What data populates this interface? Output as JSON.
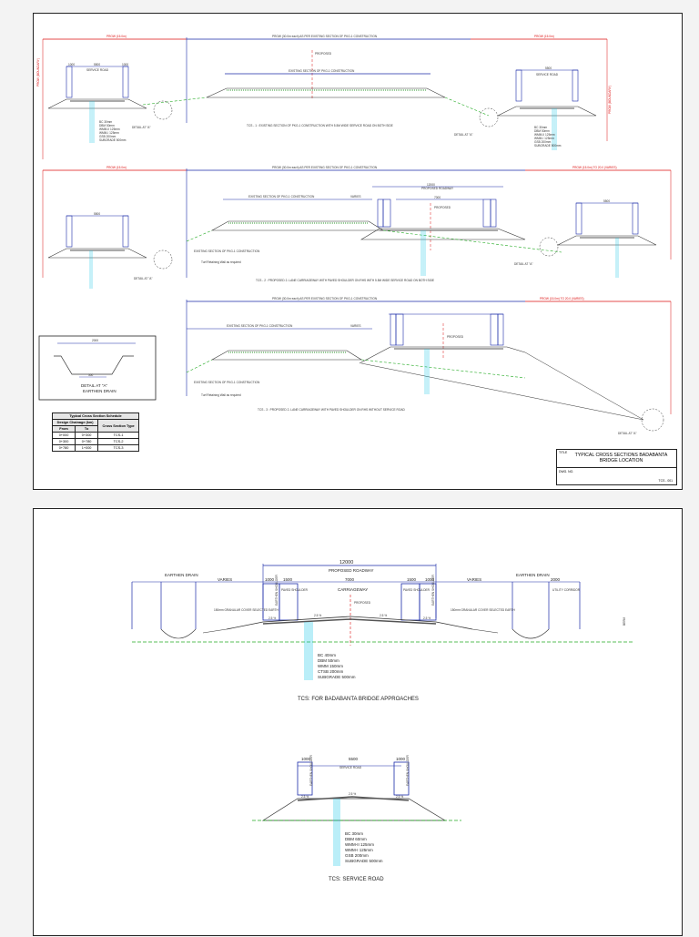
{
  "sheet1": {
    "section1": {
      "top_dims": [
        "PROW (15.0m)",
        "PROW (30.0m each) AS PER EXISTING SECTION OF PKG-1 CONSTRUCTION",
        "PROW (15.0m)"
      ],
      "existing_label": "EXISTING SECTION OF PKG-1 CONSTRUCTION",
      "proposed": "PROPOSED",
      "service_road": "SERVICE ROAD",
      "dim_left": "1000",
      "dim_mid": "5500",
      "dim_right": "1000",
      "pavement_layers": [
        "BC 30mm",
        "DBM 50mm",
        "WMM-II 125mm",
        "WMM-I 125mm",
        "GSB 200mm",
        "SUBGRADE 500mm"
      ],
      "detail_label": "DETAIL AT \"A\"",
      "caption": "TCS - 1 : EXISTING SECTION OF PKG-1 CONSTRUCTION WITH 5.5M WIDE SERVICE ROAD ON BOTH SIDE",
      "row_label": "PROW (BOUNDARY)"
    },
    "section2": {
      "top_dims": [
        "PROW (15.0m)",
        "PROW (30.0m each) AS PER EXISTING SECTION OF PKG-1 CONSTRUCTION",
        "PROW (15.0m) TO 20.0 (VARIES)"
      ],
      "existing_label": "EXISTING SECTION OF PKG-1 CONSTRUCTION",
      "varies": "VARIES",
      "proposed": "PROPOSED",
      "roadway": "12000",
      "roadway_label": "PROPOSED ROADWAY",
      "carriageway": "7000",
      "turf_note": "Turf Retaining Wall as required",
      "exist_note": "EXISTING SECTION OF PKG-1 CONSTRUCTION",
      "caption": "TCS - 2 : PROPOSED 2- LANE CARRIAGEWAY WITH PAVED SHOULDER ON RHS WITH 5.5M WIDE SERVICE ROAD ON BOTH SIDE",
      "detail_label": "DETAIL AT \"A\""
    },
    "section3": {
      "top_dims": [
        "PROW (30.0m each) AS PER EXISTING SECTION OF PKG-1 CONSTRUCTION",
        "PROW (15.0m) TO 20.0 (VARIES)"
      ],
      "existing_label": "EXISTING SECTION OF PKG-1 CONSTRUCTION",
      "varies": "VARIES",
      "proposed": "PROPOSED",
      "turf_note": "Turf Retaining Wall as required",
      "caption": "TCS - 3 : PROPOSED 2- LANE CARRIAGEWAY WITH PAVED SHOULDER ON RHS WITHOUT SERVICE ROAD",
      "detail_label": "DETAIL AT \"A\""
    },
    "detail_box": {
      "width": "2000",
      "bottom": "300",
      "caption1": "DETAIL AT \"A\"",
      "caption2": "EARTHEN DRAIN"
    },
    "schedule": {
      "title": "Typical Cross Section Schedule",
      "col_group": "Design Chainage (km)",
      "col_from": "From",
      "col_to": "To",
      "col_type": "Cross Section Type",
      "rows": [
        {
          "from": "0+000",
          "to": "0+300",
          "type": "TCS-1"
        },
        {
          "from": "0+300",
          "to": "0+780",
          "type": "TCS-2"
        },
        {
          "from": "0+780",
          "to": "1+000",
          "type": "TCS-3"
        }
      ]
    },
    "title_block": {
      "title_label": "TITLE",
      "title": "TYPICAL CROSS SECTIONS BADABANTA BRIDGE LOCATION",
      "dwg_label": "DWG. NO.",
      "dwg_no": "TCS - 001"
    }
  },
  "sheet2": {
    "main": {
      "roadway_total": "12000",
      "roadway_label": "PROPOSED ROADWAY",
      "earthen_drain": "EARTHEN DRAIN",
      "varies": "VARIES",
      "d1000": "1000",
      "d1500": "1500",
      "d7000": "7000",
      "d2000": "2000",
      "carriageway": "CARRIAGEWAY",
      "paved_shoulder": "PAVED SHOULDER",
      "earthen_shoulder": "EARTHEN SHOULDER",
      "utility": "UTILITY CORRIDOR",
      "proposed": "PROPOSED",
      "granular_left": "150mm GRANULAR COVER SELECTED EARTH",
      "granular_right": "150mm GRANULAR COVER SELECTED EARTH",
      "slope1": "2.5 %",
      "slope2": "2.5 %",
      "slope3": "2.5 %",
      "slope4": "2.5 %",
      "layers": [
        "BC 40mm",
        "DBM 50mm",
        "WMM 150mm",
        "CTSB 200mm",
        "SUBGRADE 500mm"
      ],
      "side_note": "BERM",
      "caption": "TCS: FOR BADABANTA BRIDGE APPROACHES"
    },
    "service": {
      "d1000a": "1000",
      "d5500": "5500",
      "d1000b": "1000",
      "service_road": "SERVICE ROAD",
      "earthen_shoulder": "EARTHEN SHOULDER",
      "slope1": "2.5 %",
      "slope2": "2.5 %",
      "slope3": "2.5 %",
      "layers": [
        "BC 30mm",
        "DBM 60mm",
        "WMM-II 125mm",
        "WMM-I 125mm",
        "GSB 200mm",
        "SUBGRADE 500mm"
      ],
      "caption": "TCS: SERVICE ROAD"
    }
  },
  "colors": {
    "red": "#dd1111",
    "blue": "#1a2aa8",
    "green": "#22aa22",
    "cyan": "#19c6e6"
  }
}
